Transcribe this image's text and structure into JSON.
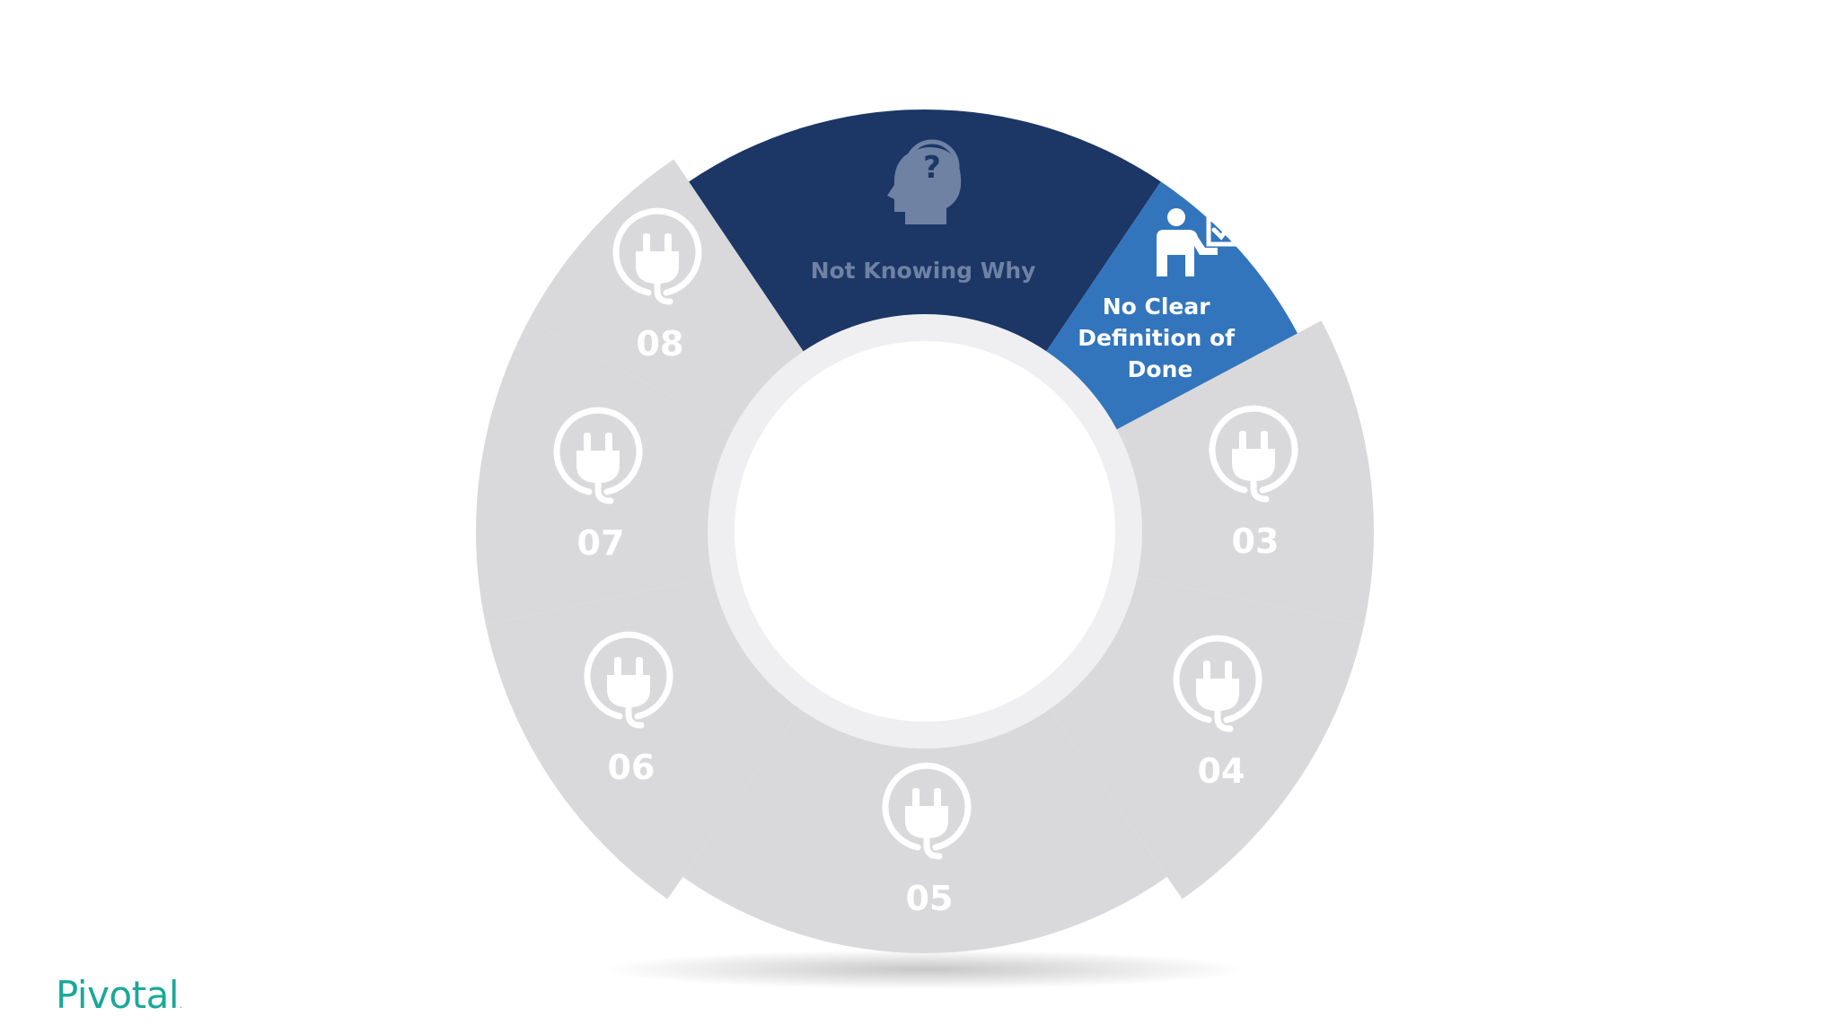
{
  "colors": {
    "segment_gray": "#d9d9db",
    "segment_navy": "#1c3666",
    "segment_blue": "#3275bc",
    "navy_text": "#6f82a3",
    "inner_ring": "#efeff1",
    "logo": "#1aa89a"
  },
  "segments": [
    {
      "id": "01",
      "label": "Not Knowing Why",
      "icon": "head-question-icon",
      "style": "navy"
    },
    {
      "id": "02",
      "label_lines": [
        "No Clear",
        "Definition of",
        "Done"
      ],
      "icon": "person-checklist-icon",
      "style": "blue"
    },
    {
      "id": "03",
      "number": "03",
      "icon": "plug-icon",
      "style": "gray"
    },
    {
      "id": "04",
      "number": "04",
      "icon": "plug-icon",
      "style": "gray"
    },
    {
      "id": "05",
      "number": "05",
      "icon": "plug-icon",
      "style": "gray"
    },
    {
      "id": "06",
      "number": "06",
      "icon": "plug-icon",
      "style": "gray"
    },
    {
      "id": "07",
      "number": "07",
      "icon": "plug-icon",
      "style": "gray"
    },
    {
      "id": "08",
      "number": "08",
      "icon": "plug-icon",
      "style": "gray"
    }
  ],
  "logo": {
    "text": "Pivotal",
    "mark": "."
  }
}
